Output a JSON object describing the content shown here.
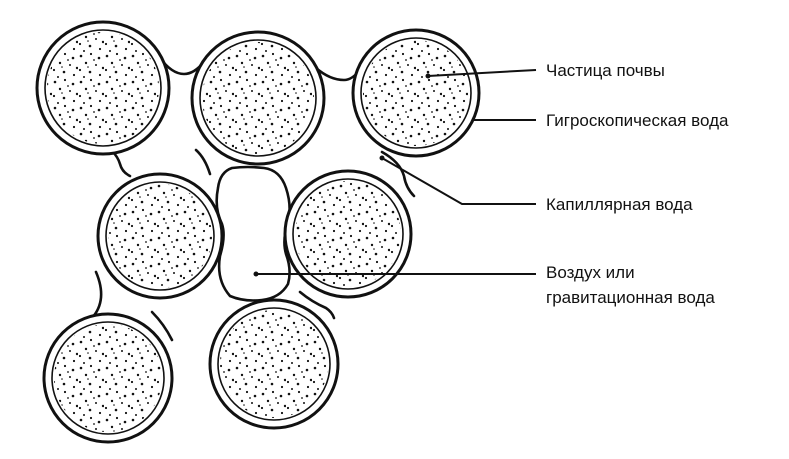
{
  "labels": {
    "soil_particle": "Частица почвы",
    "hygroscopic_water": "Гигроскопическая вода",
    "capillary_water": "Капиллярная вода",
    "air_line1": "Воздух или",
    "air_line2": "гравитационная вода"
  },
  "colors": {
    "ink": "#111111",
    "background": "#ffffff"
  }
}
